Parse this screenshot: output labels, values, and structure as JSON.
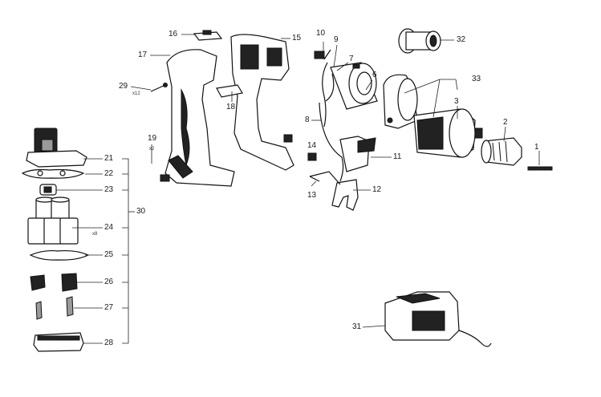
{
  "diagram": {
    "part_labels": [
      "1",
      "2",
      "3",
      "6",
      "7",
      "8",
      "9",
      "10",
      "11",
      "12",
      "13",
      "14",
      "15",
      "16",
      "17",
      "18",
      "19",
      "21",
      "22",
      "23",
      "24",
      "25",
      "26",
      "27",
      "28",
      "29",
      "30",
      "31",
      "32",
      "33"
    ],
    "quantity_labels": {
      "p29": "x12",
      "p19": "x2",
      "p24": "x8"
    }
  }
}
